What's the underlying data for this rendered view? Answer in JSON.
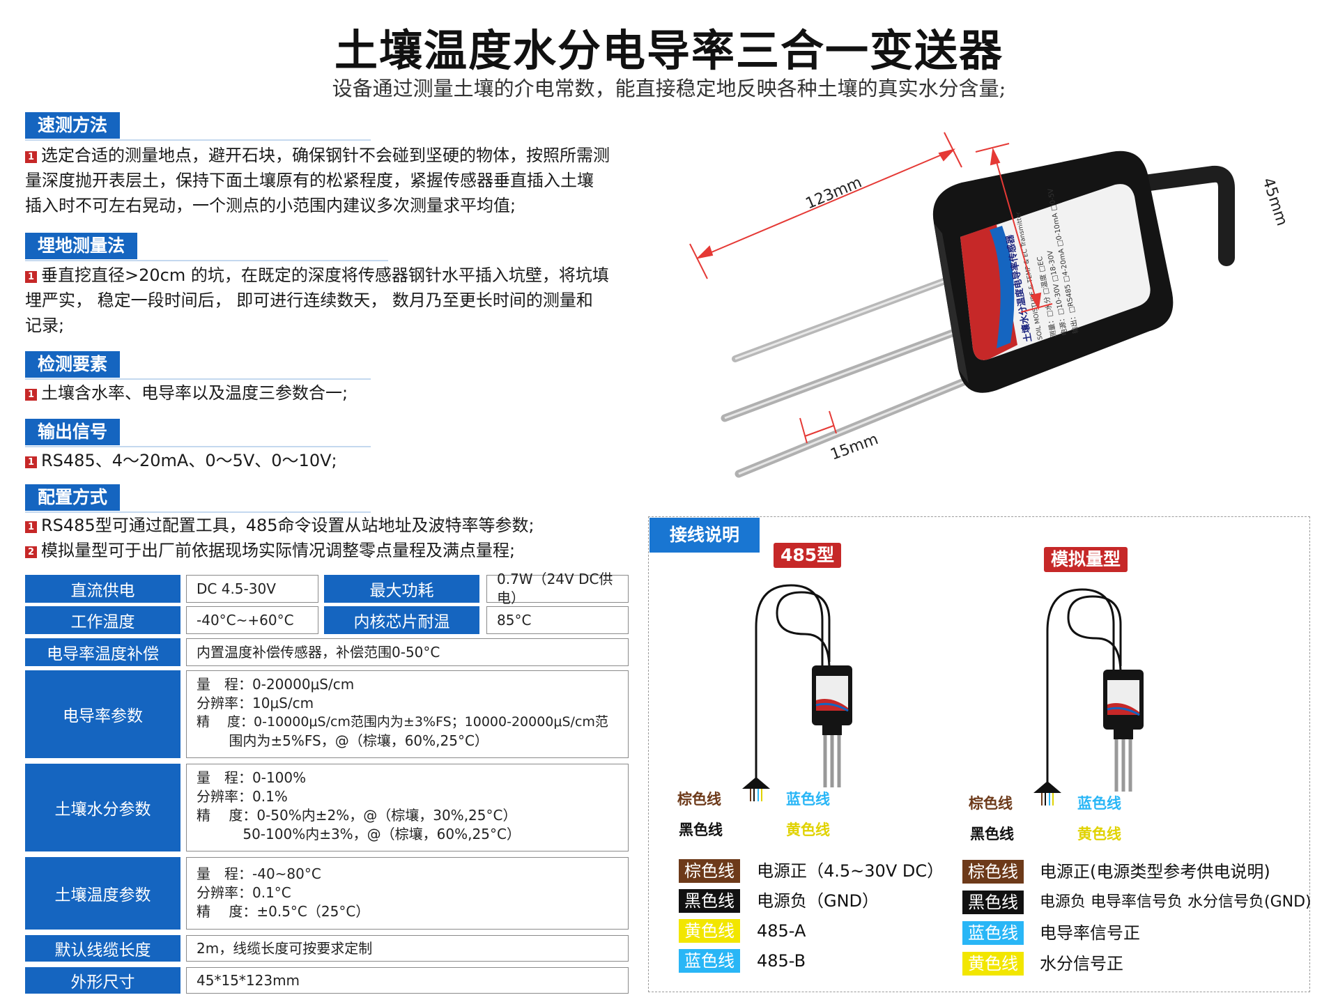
{
  "title": "土壤温度水分电导率三合一变送器",
  "subtitle": "设备通过测量土壤的介电常数，能直接稳定地反映各种土壤的真实水分含量;",
  "sections": [
    {
      "heading": "速测方法",
      "items": [
        {
          "num": "1",
          "lines": [
            "选定合适的测量地点，避开石块，确保钢针不会碰到坚硬的物体，按照所需测",
            "量深度抛开表层土，保持下面土壤原有的松紧程度，紧握传感器垂直插入土壤",
            "插入时不可左右晃动，一个测点的小范围内建议多次测量求平均值;"
          ]
        }
      ]
    },
    {
      "heading": "埋地测量法",
      "items": [
        {
          "num": "1",
          "lines": [
            "垂直挖直径>20cm 的坑，在既定的深度将传感器钢针水平插入坑壁，将坑填",
            "埋严实， 稳定一段时间后， 即可进行连续数天， 数月乃至更长时间的测量和",
            "记录;"
          ]
        }
      ]
    },
    {
      "heading": "检测要素",
      "items": [
        {
          "num": "1",
          "lines": [
            "土壤含水率、电导率以及温度三参数合一;"
          ]
        }
      ]
    },
    {
      "heading": "输出信号",
      "items": [
        {
          "num": "1",
          "lines": [
            "RS485、4～20mA、0～5V、0～10V;"
          ]
        }
      ]
    },
    {
      "heading": "配置方式",
      "items": [
        {
          "num": "1",
          "lines": [
            "RS485型可通过配置工具，485命令设置从站地址及波特率等参数;"
          ]
        },
        {
          "num": "2",
          "lines": [
            "模拟量型可于出厂前依据现场实际情况调整零点量程及满点量程;"
          ]
        }
      ]
    }
  ],
  "specs": {
    "power_label": "直流供电",
    "power_value": "DC 4.5-30V",
    "maxpower_label": "最大功耗",
    "maxpower_value": "0.7W（24V DC供电）",
    "worktemp_label": "工作温度",
    "worktemp_value": "-40°C~+60°C",
    "chiptemp_label": "内核芯片耐温",
    "chiptemp_value": "85°C",
    "comp_label": "电导率温度补偿",
    "comp_value": "内置温度补偿传感器，补偿范围0-50°C",
    "ec_label": "电导率参数",
    "ec_lines": [
      "量　程：0-20000μS/cm",
      "分辨率：10μS/cm",
      "精　 度：0-10000μS/cm范围内为±3%FS；10000-20000μS/cm范",
      "　　 围内为±5%FS，@（棕壤，60%,25°C）"
    ],
    "moist_label": "土壤水分参数",
    "moist_lines": [
      "量　程：0-100%",
      "分辨率：0.1%",
      "精　 度：0-50%内±2%，@（棕壤，30%,25°C）",
      "　　　 50-100%内±3%，@（棕壤，60%,25°C）"
    ],
    "temp_label": "土壤温度参数",
    "temp_lines": [
      "量　程：-40~80°C",
      "分辨率：0.1°C",
      "精　 度：±0.5°C（25°C）"
    ],
    "cable_label": "默认线缆长度",
    "cable_value": "2m，线缆长度可按要求定制",
    "size_label": "外形尺寸",
    "size_value": "45*15*123mm"
  },
  "dimensions": {
    "length": "123mm",
    "height": "45mm",
    "thickness": "15mm"
  },
  "product_label": {
    "title": "土壤水分温度电导率传感器",
    "subtitle": "SOIL MOISTURE & TEMP & EC Transmitter",
    "lines": [
      "测量：□水分  □温度  □EC",
      "电源：□10-30V  □18-30V",
      "输出：□RS485  □4-20mA  □0-10mA  □0-5V"
    ]
  },
  "wiring": {
    "heading": "接线说明",
    "rs485": {
      "badge": "485型",
      "wire_brown": "棕色线",
      "wire_black": "黑色线",
      "wire_blue": "蓝色线",
      "wire_yellow": "黄色线",
      "legend": [
        {
          "chip": "棕色线",
          "desc": "电源正（4.5~30V DC）",
          "bg": "#6d3a1a",
          "fg": "#ffffff"
        },
        {
          "chip": "黑色线",
          "desc": "电源负（GND）",
          "bg": "#111111",
          "fg": "#ffffff"
        },
        {
          "chip": "黄色线",
          "desc": "485-A",
          "bg": "#f2e600",
          "fg": "#ffffff"
        },
        {
          "chip": "蓝色线",
          "desc": "485-B",
          "bg": "#29b6f6",
          "fg": "#ffffff"
        }
      ]
    },
    "analog": {
      "badge": "模拟量型",
      "wire_brown": "棕色线",
      "wire_black": "黑色线",
      "wire_blue": "蓝色线",
      "wire_yellow": "黄色线",
      "legend": [
        {
          "chip": "棕色线",
          "desc": "电源正(电源类型参考供电说明)",
          "bg": "#6d3a1a",
          "fg": "#ffffff"
        },
        {
          "chip": "黑色线",
          "desc": "电源负 电导率信号负 水分信号负(GND)",
          "bg": "#111111",
          "fg": "#ffffff"
        },
        {
          "chip": "蓝色线",
          "desc": "电导率信号正",
          "bg": "#29b6f6",
          "fg": "#ffffff"
        },
        {
          "chip": "黄色线",
          "desc": "水分信号正",
          "bg": "#f2e600",
          "fg": "#ffffff"
        }
      ]
    }
  },
  "colors": {
    "accent": "#1565c0",
    "bullet": "#c62828",
    "brown": "#6d3a1a",
    "blue": "#29b6f6",
    "yellow": "#e0d200"
  }
}
